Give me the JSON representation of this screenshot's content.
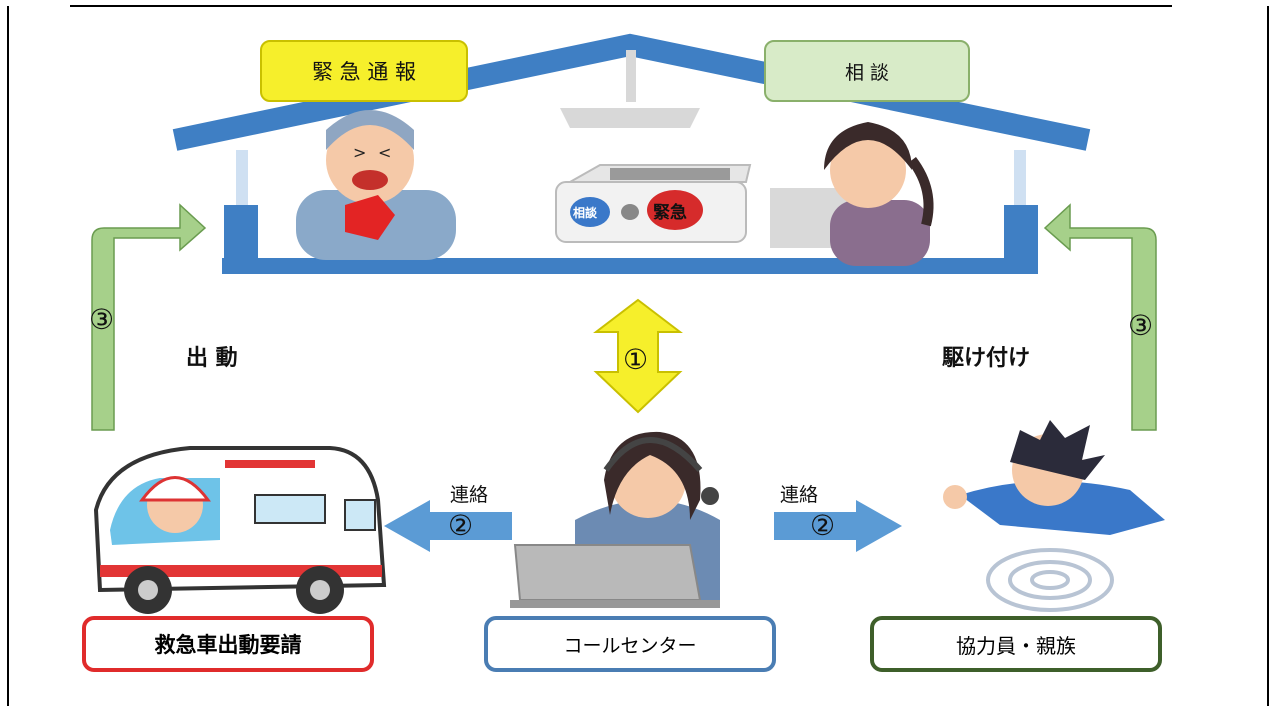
{
  "top_labels": {
    "emergency_report": "緊 急 通 報",
    "consultation": "相 談"
  },
  "device": {
    "left_button": "相談",
    "right_button": "緊急"
  },
  "actions": {
    "dispatch": "出 動",
    "rush": "駆け付け",
    "contact_left": "連絡",
    "contact_right": "連絡"
  },
  "steps": {
    "one": "①",
    "two_left": "②",
    "two_right": "②",
    "three_left": "③",
    "three_right": "③"
  },
  "bottom_boxes": {
    "ambulance": "救急車出動要請",
    "call_center": "コールセンター",
    "helpers": "協力員・親族"
  },
  "colors": {
    "roof_blue": "#3f7fc4",
    "yellow": "#f6ef2b",
    "green_arrow": "#a6d08a",
    "blue_arrow": "#5b9bd5",
    "red_box": "#e02b2b",
    "blue_box": "#4a7db3",
    "green_box": "#3e5f2a"
  }
}
